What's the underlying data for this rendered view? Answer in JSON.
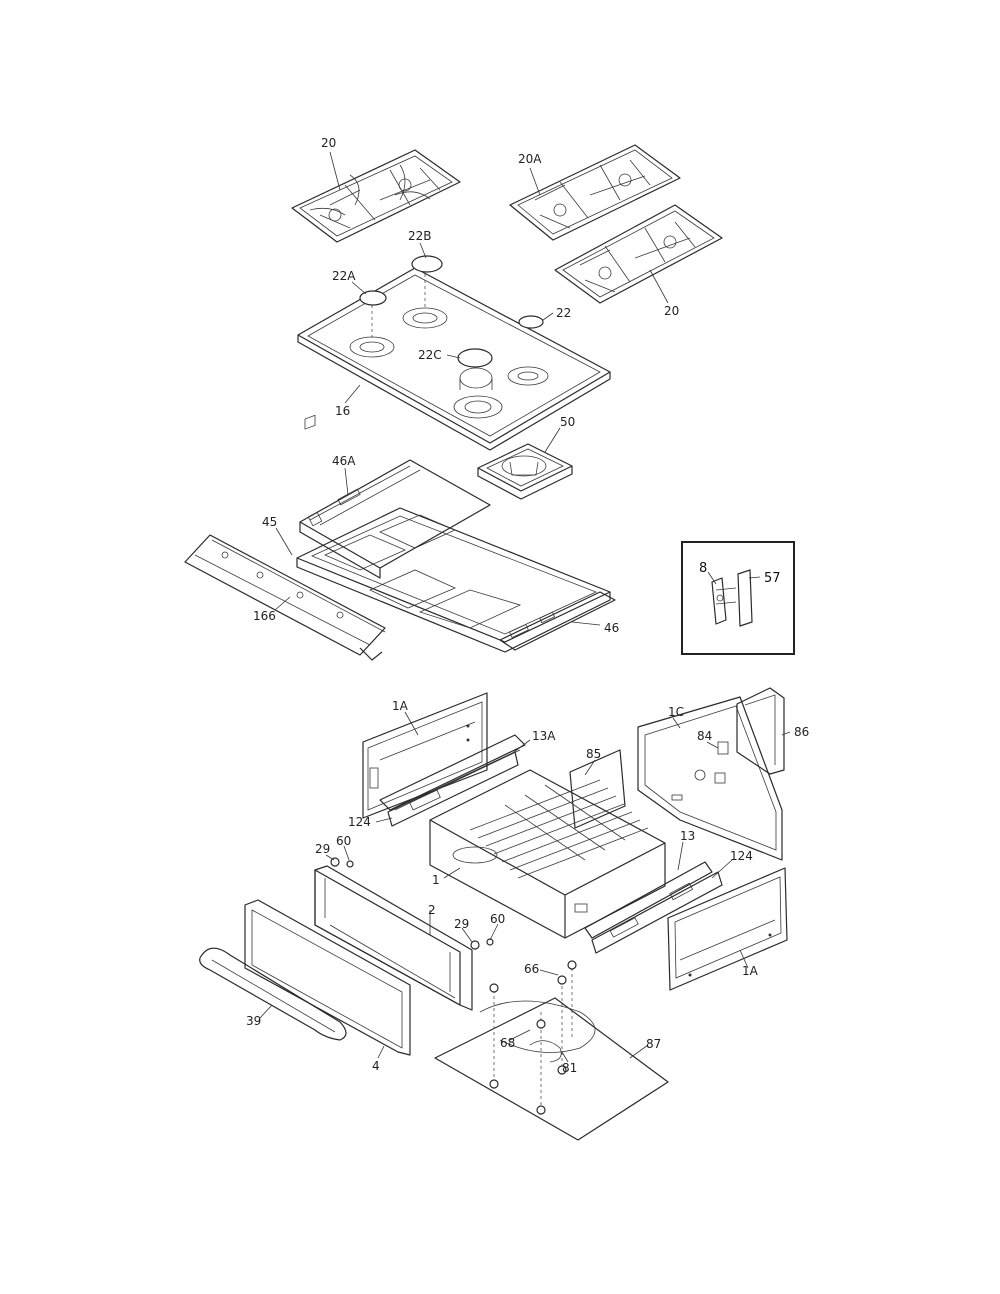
{
  "labels": {
    "grate_left": "20",
    "grate_right_top": "20A",
    "grate_right_bottom": "20",
    "cap_22b": "22B",
    "cap_22a": "22A",
    "cap_22": "22",
    "cap_22c": "22C",
    "cooktop": "16",
    "bracket_46a": "46A",
    "burner_box": "50",
    "rail_45": "45",
    "rail_166": "166",
    "rail_46": "46",
    "inset_8": "8",
    "inset_57": "57",
    "side_1a_top": "1A",
    "slide_13a": "13A",
    "drawer_85": "85",
    "back_panel_1c": "1C",
    "part_84": "84",
    "cover_86": "86",
    "slide_124_left": "124",
    "screw_29_left": "29",
    "screw_60_left": "60",
    "drawer_1": "1",
    "slide_13": "13",
    "slide_124_right": "124",
    "front_2": "2",
    "screw_29_right": "29",
    "screw_60_right": "60",
    "bottom_66_top": "66",
    "handle_39": "39",
    "bottom_68": "68",
    "bottom_81": "81",
    "bottom_87": "87",
    "side_1a_bottom": "1A",
    "panel_4": "4"
  }
}
